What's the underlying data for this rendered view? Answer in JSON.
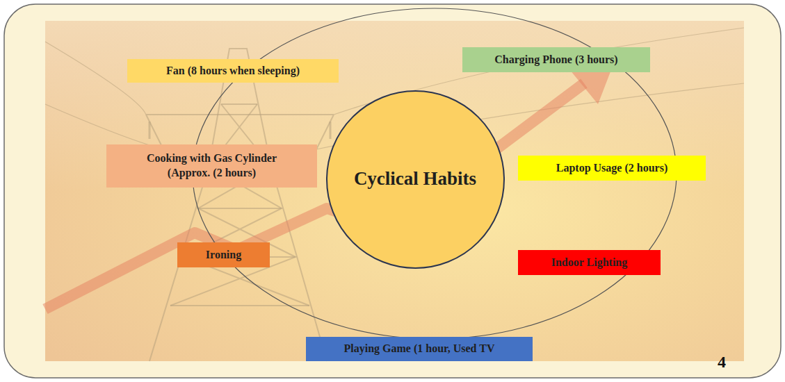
{
  "diagram": {
    "nodes": [
      {
        "text": [
          "Fan (8 hours when sleeping)"
        ]
      },
      {
        "text": [
          "Charging Phone (3 hours)"
        ]
      },
      {
        "text": [
          "Cooking with Gas Cylinder (Approx. (2 hours)"
        ]
      },
      {
        "text": [
          "Cyclical Habits"
        ]
      },
      {
        "text": [
          "Laptop Usage (2 hours)"
        ]
      },
      {
        "text": [
          "Ironing"
        ]
      },
      {
        "text": [
          "Indoor Lighting"
        ]
      },
      {
        "text": [
          "Playing Game (1 hour, Used TV"
        ]
      }
    ],
    "labels": [
      "4"
    ]
  }
}
